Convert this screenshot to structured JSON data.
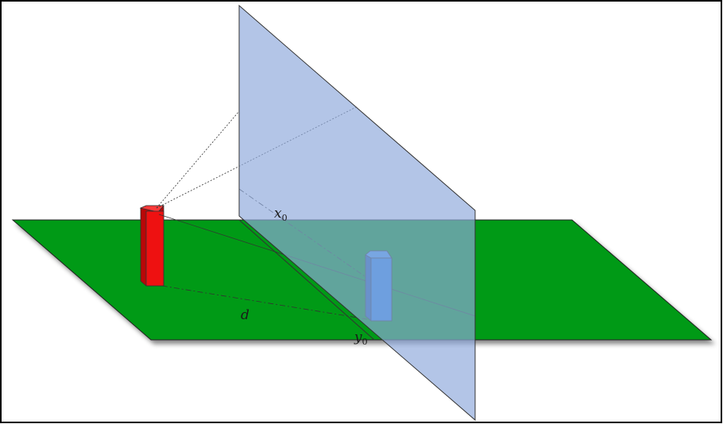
{
  "labels": {
    "x0": {
      "base": "x",
      "sub": "0"
    },
    "y0": {
      "base": "y",
      "sub": "0"
    },
    "d": "d"
  },
  "colors": {
    "ground_plane": "#039a17",
    "vertical_plane": "#8fa9dc",
    "red_object": "#ee1111",
    "blue_object": "#2a8ae6",
    "frame_border": "#000000"
  },
  "icons": {
    "red_object": "red-box-object",
    "blue_object": "blue-box-object"
  }
}
